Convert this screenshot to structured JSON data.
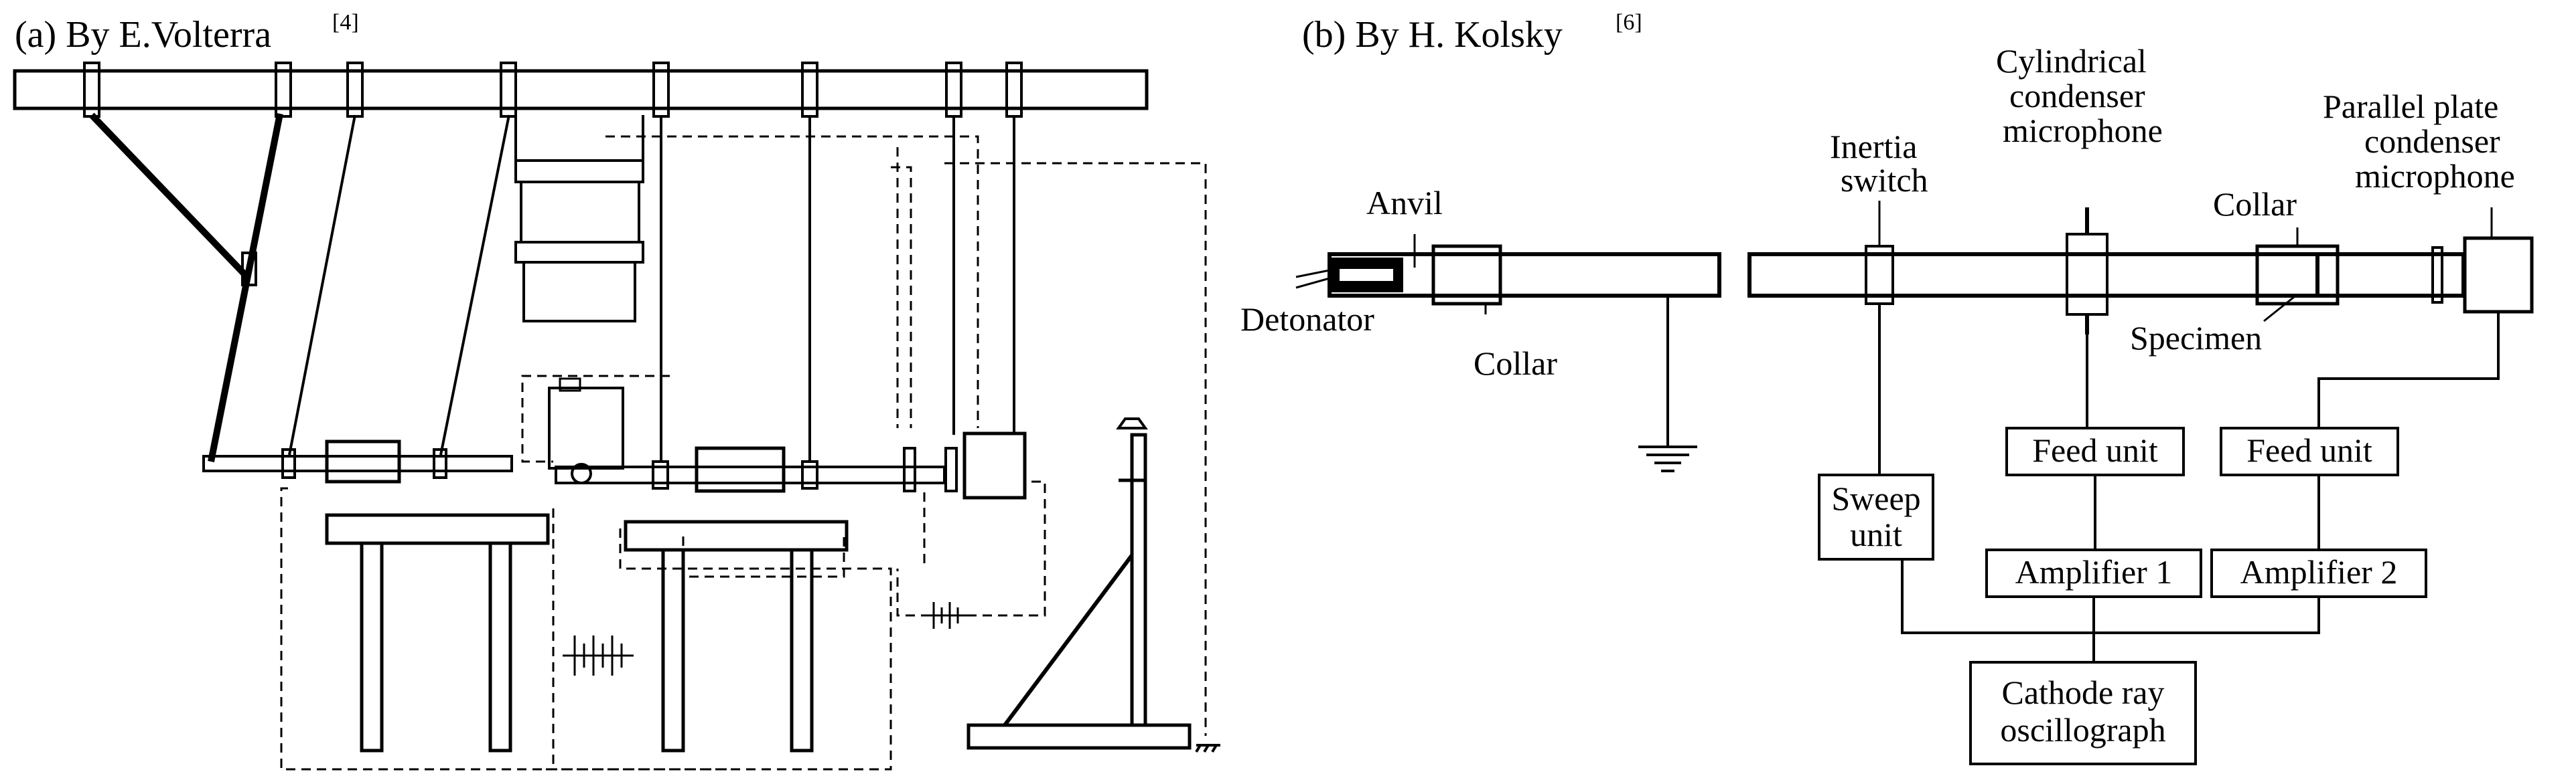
{
  "panel_a": {
    "caption": "(a) By E.Volterra",
    "ref": "[4]"
  },
  "panel_b": {
    "caption": "(b) By H. Kolsky",
    "ref": "[6]",
    "labels": {
      "anvil": "Anvil",
      "detonator": "Detonator",
      "collar_left": "Collar",
      "inertia_1": "Inertia",
      "inertia_2": "switch",
      "cyl_1": "Cylindrical",
      "cyl_2": "condenser",
      "cyl_3": "microphone",
      "par_1": "Parallel plate",
      "par_2": "condenser",
      "par_3": "microphone",
      "collar_right": "Collar",
      "specimen": "Specimen"
    },
    "boxes": {
      "feed_unit_1": "Feed unit",
      "feed_unit_2": "Feed unit",
      "sweep_1": "Sweep",
      "sweep_2": "unit",
      "amplifier_1": "Amplifier 1",
      "amplifier_2": "Amplifier 2",
      "cro_1": "Cathode ray",
      "cro_2": "oscillograph"
    }
  }
}
